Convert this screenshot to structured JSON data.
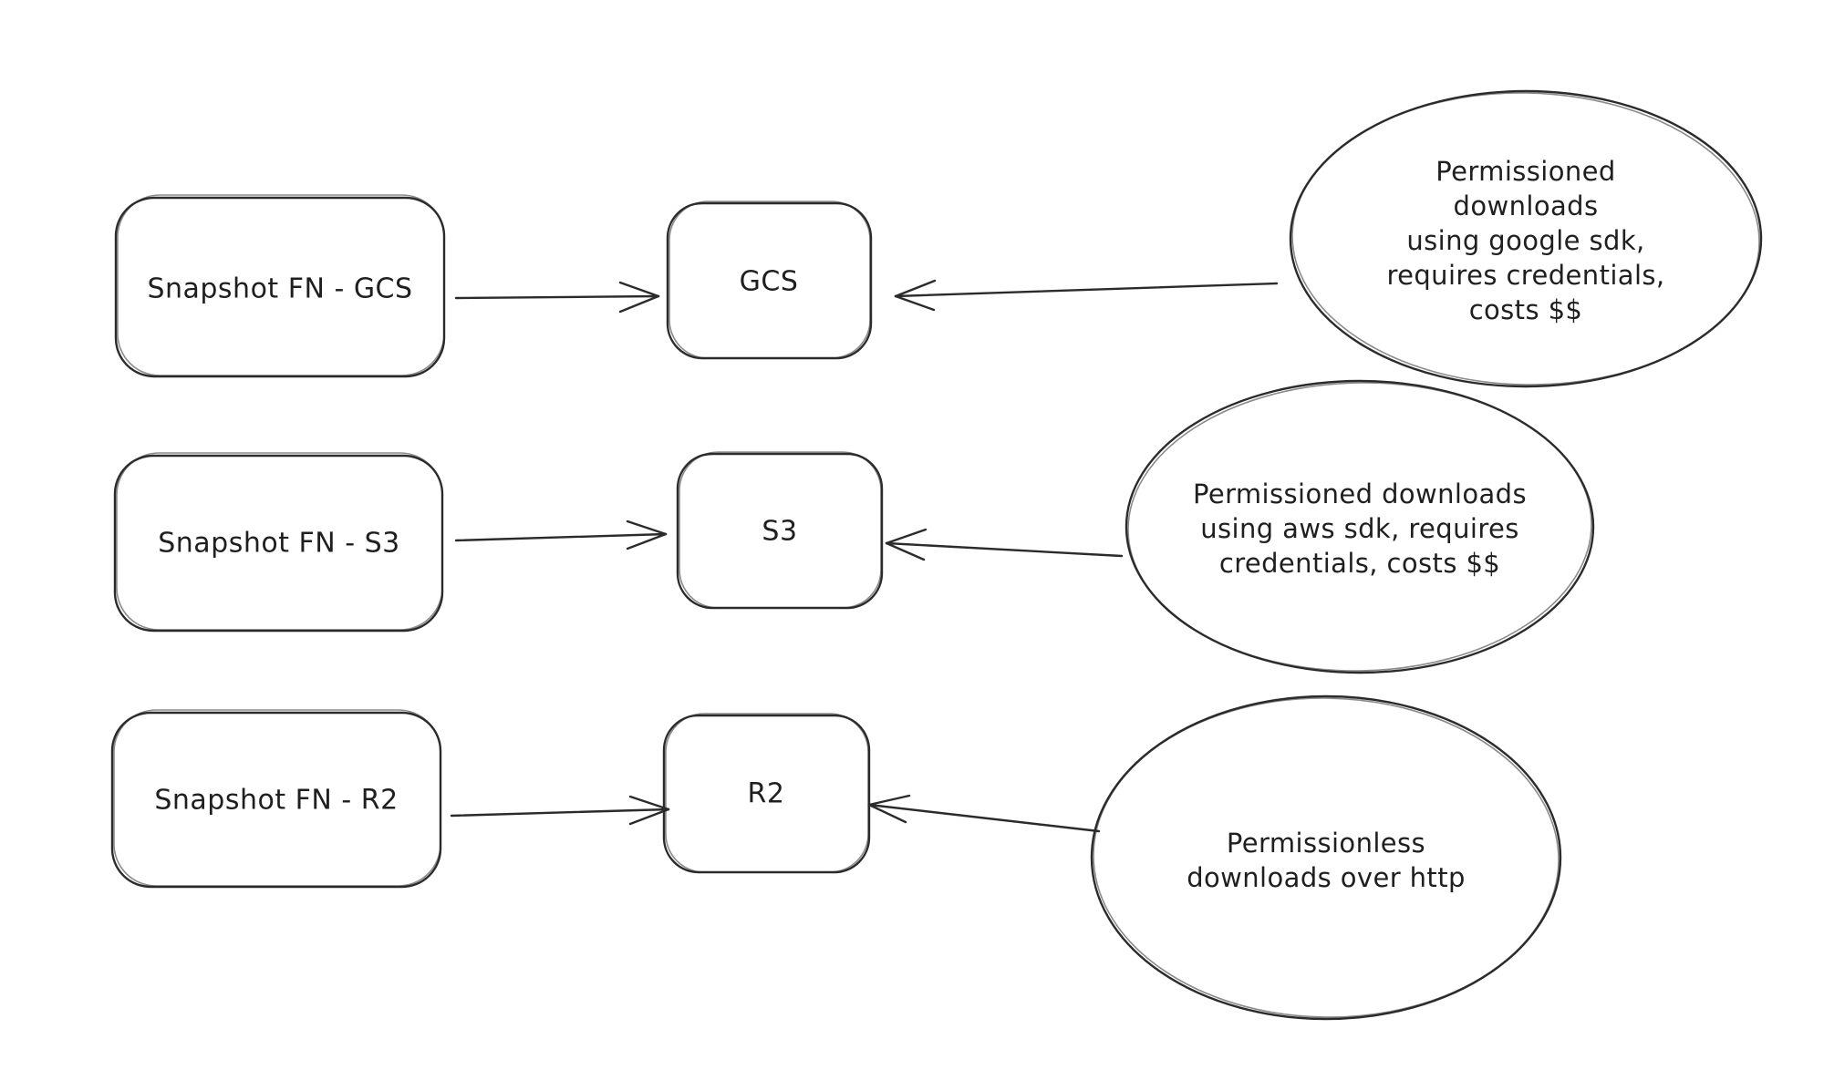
{
  "diagram": {
    "rows": [
      {
        "source_label": "Snapshot FN - GCS",
        "target_label": "GCS",
        "note_text": "Permissioned downloads\nusing google sdk,\nrequires credentials,\ncosts $$"
      },
      {
        "source_label": "Snapshot FN - S3",
        "target_label": "S3",
        "note_text": "Permissioned downloads\nusing aws sdk, requires\ncredentials, costs $$"
      },
      {
        "source_label": "Snapshot FN - R2",
        "target_label": "R2",
        "note_text": "Permissionless\ndownloads over http"
      }
    ],
    "colors": {
      "stroke": "#2b2b2b",
      "background": "#ffffff"
    }
  }
}
